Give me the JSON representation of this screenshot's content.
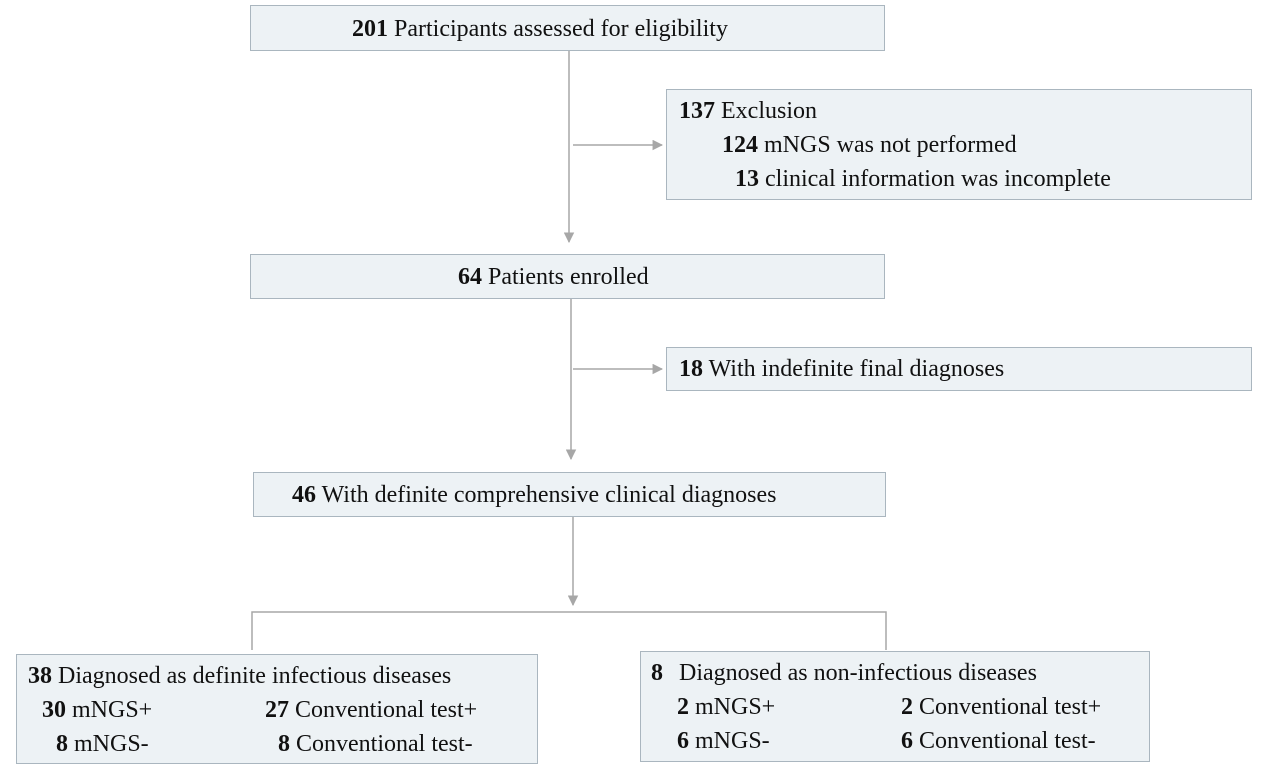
{
  "screening": {
    "count": "201",
    "label": "Participants assessed for eligibility"
  },
  "exclusion": {
    "count": "137",
    "label": "Exclusion",
    "items": [
      {
        "count": "124",
        "label": "mNGS was not performed"
      },
      {
        "count": "13",
        "label": "clinical information was incomplete"
      }
    ]
  },
  "enrolled": {
    "count": "64",
    "label": "Patients enrolled"
  },
  "indefinite": {
    "count": "18",
    "label": "With indefinite final diagnoses"
  },
  "definite": {
    "count": "46",
    "label": "With definite comprehensive clinical diagnoses"
  },
  "infectious": {
    "count": "38",
    "label": "Diagnosed as definite infectious diseases",
    "mngs_pos": {
      "count": "30",
      "label": "mNGS+"
    },
    "mngs_neg": {
      "count": "8",
      "label": "mNGS-"
    },
    "conv_pos": {
      "count": "27",
      "label": "Conventional test+"
    },
    "conv_neg": {
      "count": "8",
      "label": "Conventional test-"
    }
  },
  "noninfectious": {
    "count": "8",
    "label": "Diagnosed as non-infectious diseases",
    "mngs_pos": {
      "count": "2",
      "label": "mNGS+"
    },
    "mngs_neg": {
      "count": "6",
      "label": "mNGS-"
    },
    "conv_pos": {
      "count": "2",
      "label": "Conventional test+"
    },
    "conv_neg": {
      "count": "6",
      "label": "Conventional test-"
    }
  },
  "colors": {
    "box_fill": "#edf2f5",
    "box_border": "#aab6bf",
    "connector": "#a7a7a7"
  }
}
